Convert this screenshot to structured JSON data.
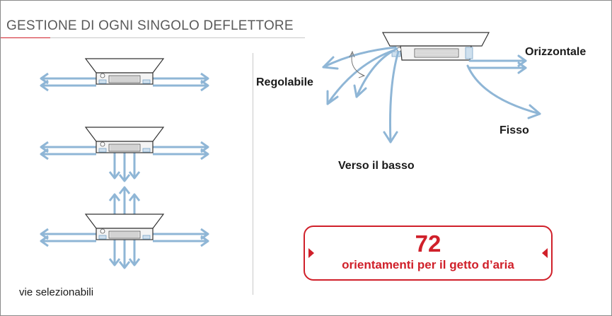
{
  "title": "GESTIONE DI OGNI SINGOLO DEFLETTORE",
  "caption": "vie selezionabili",
  "labels": {
    "regolabile": "Regolabile",
    "orizzontale": "Orizzontale",
    "fisso": "Fisso",
    "verso_basso": "Verso il basso"
  },
  "callout": {
    "number": "72",
    "text": "orientamenti per il getto d’aria"
  },
  "colors": {
    "accent_red": "#d0202a",
    "arrow_blue": "#8fb6d6",
    "unit_outline": "#333333",
    "title_grey": "#5a5a5a"
  },
  "icons": [
    "cassette-unit-icon",
    "airflow-arrow-icon",
    "angle-arc-icon",
    "callout-triangle-icon"
  ]
}
